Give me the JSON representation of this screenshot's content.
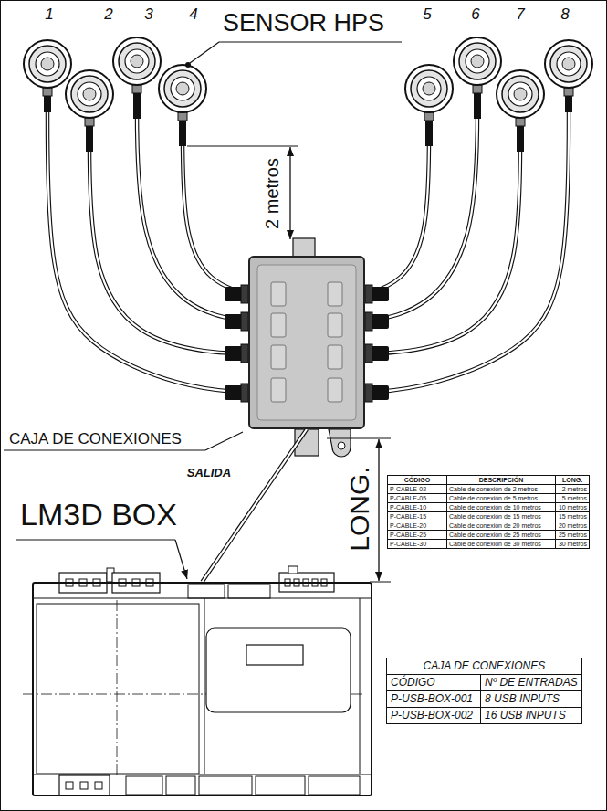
{
  "diagram": {
    "nodes": [
      {
        "text": [
          "1"
        ]
      },
      {
        "text": [
          "2"
        ]
      },
      {
        "text": [
          "3"
        ]
      },
      {
        "text": [
          "4"
        ]
      },
      {
        "text": [
          "5"
        ]
      },
      {
        "text": [
          "6"
        ]
      },
      {
        "text": [
          "7"
        ]
      },
      {
        "text": [
          "8"
        ]
      },
      {
        "text": [
          "CAJA DE CONEXIONES"
        ]
      },
      {
        "text": [
          "LM3D BOX"
        ]
      }
    ],
    "edges": [
      {
        "from": 0,
        "to": 8,
        "arrow": "none"
      },
      {
        "from": 1,
        "to": 8,
        "arrow": "none"
      },
      {
        "from": 2,
        "to": 8,
        "arrow": "none"
      },
      {
        "from": 3,
        "to": 8,
        "arrow": "none"
      },
      {
        "from": 4,
        "to": 8,
        "arrow": "none"
      },
      {
        "from": 5,
        "to": 8,
        "arrow": "none"
      },
      {
        "from": 6,
        "to": 8,
        "arrow": "none"
      },
      {
        "from": 7,
        "to": 8,
        "arrow": "none"
      },
      {
        "from": 8,
        "to": 9,
        "label": "SALIDA",
        "arrow": "none"
      }
    ],
    "labels": [
      "SENSOR HPS",
      "2 metros",
      "LONG.",
      "CÓDIGO",
      "DESCRIPCIÓN",
      "LONG.",
      "P-CABLE-02",
      "Cable de conexión de 2 metros",
      "2 metros",
      "P-CABLE-05",
      "Cable de conexión de 5 metros",
      "5 metros",
      "P-CABLE-10",
      "Cable de conexión de 10 metros",
      "10 metros",
      "P-CABLE-15",
      "Cable de conexión de 15 metros",
      "15 metros",
      "P-CABLE-20",
      "Cable de conexión de 20 metros",
      "20 metros",
      "P-CABLE-25",
      "Cable de conexión de 25 metros",
      "25 metros",
      "P-CABLE-30",
      "Cable de conexión de 30 metros",
      "30 metros",
      "CAJA DE CONEXIONES",
      "CÓDIGO",
      "Nº DE ENTRADAS",
      "P-USB-BOX-001",
      "8 USB INPUTS",
      "P-USB-BOX-002",
      "16 USB INPUTS"
    ]
  }
}
